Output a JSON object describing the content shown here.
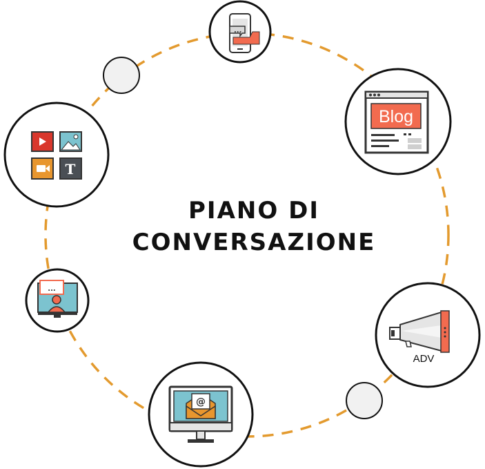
{
  "title": {
    "line1": "PIANO DI",
    "line2": "CONVERSAZIONE"
  },
  "nodes": [
    {
      "id": "mobile-chat",
      "icon": "smartphone-like-icon"
    },
    {
      "id": "blog",
      "icon": "blog-webpage-icon",
      "label": "Blog"
    },
    {
      "id": "adv",
      "icon": "megaphone-icon",
      "label": "ADV"
    },
    {
      "id": "email",
      "icon": "email-monitor-icon",
      "label": "@"
    },
    {
      "id": "video-call",
      "icon": "video-call-icon",
      "label": "..."
    },
    {
      "id": "media",
      "icon": "media-tiles-icon",
      "label": "T"
    }
  ],
  "colors": {
    "ring": "#E39A2E",
    "outline": "#111111",
    "accent": "#F26B4F",
    "teal": "#7CC3CF",
    "orange": "#E8962E",
    "red": "#D9372C",
    "gray": "#D8D8D8"
  }
}
